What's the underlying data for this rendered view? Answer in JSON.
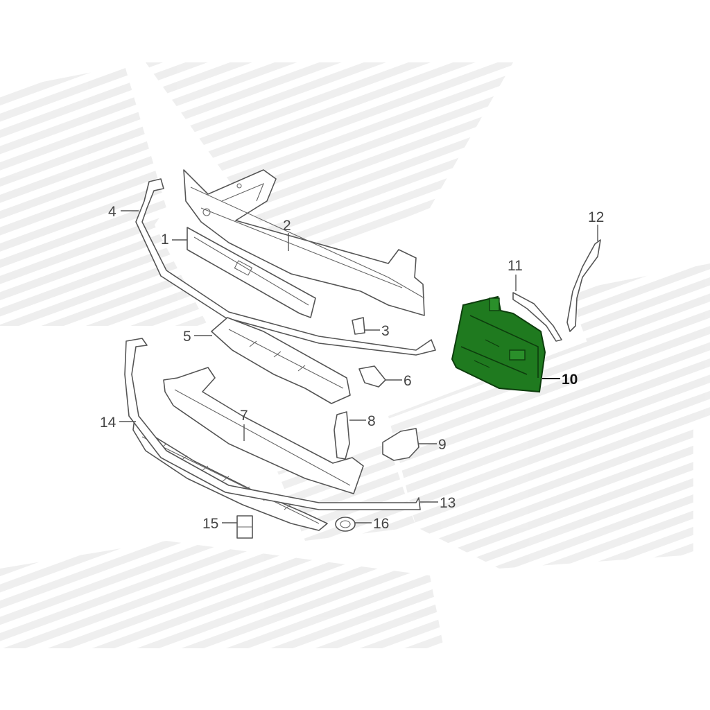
{
  "colors": {
    "background": "#ffffff",
    "watermark": "#ececec",
    "line": "#555555",
    "highlight_fill": "#1f7a1f",
    "highlight_dark": "#0d3d0d"
  },
  "callouts": {
    "c1": "1",
    "c2": "2",
    "c3": "3",
    "c4": "4",
    "c5": "5",
    "c6": "6",
    "c7": "7",
    "c8": "8",
    "c9": "9",
    "c10": "10",
    "c11": "11",
    "c12": "12",
    "c13": "13",
    "c14": "14",
    "c15": "15",
    "c16": "16"
  },
  "highlighted_part": "10"
}
